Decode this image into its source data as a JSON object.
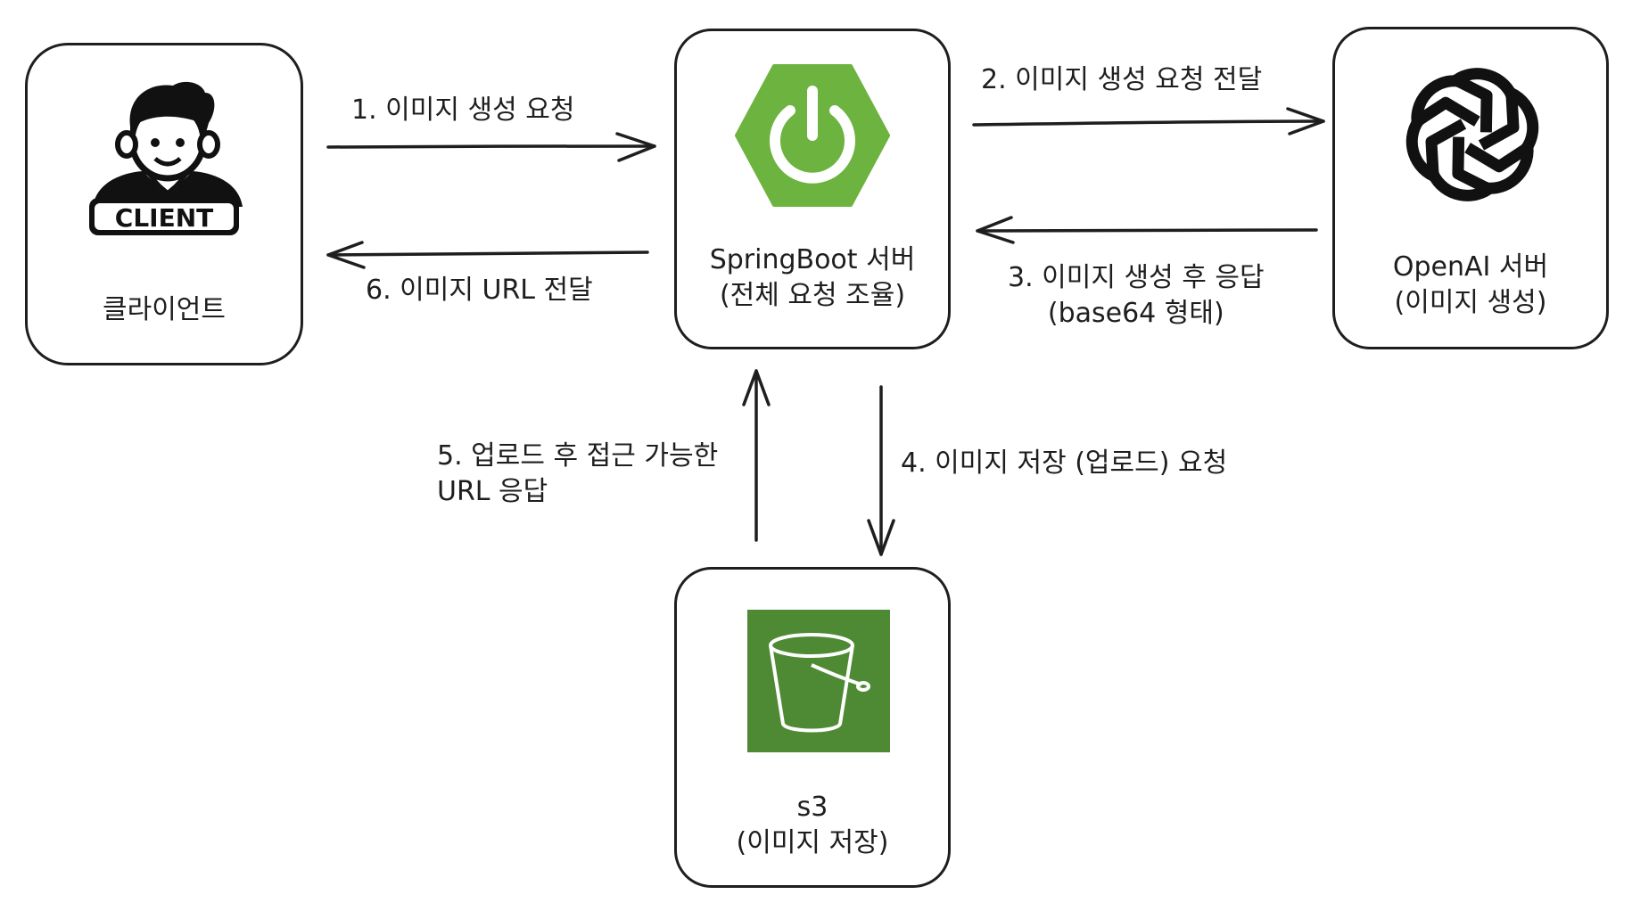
{
  "nodes": {
    "client": {
      "icon_text": "CLIENT",
      "label": "클라이언트",
      "icon": "client-person-icon"
    },
    "spring": {
      "label": "SpringBoot 서버\n(전체 요청 조율)",
      "icon": "spring-boot-power-icon",
      "color": "#6DB33F"
    },
    "openai": {
      "label": "OpenAI 서버\n(이미지 생성)",
      "icon": "openai-logo-icon"
    },
    "s3": {
      "label": "s3\n(이미지 저장)",
      "icon": "s3-bucket-icon",
      "color": "#4E8A34"
    }
  },
  "edges": [
    {
      "id": "e1",
      "label": "1. 이미지 생성 요청"
    },
    {
      "id": "e2",
      "label": "2. 이미지 생성 요청 전달"
    },
    {
      "id": "e3",
      "label": "3. 이미지 생성 후 응답\n(base64 형태)"
    },
    {
      "id": "e4",
      "label": "4. 이미지 저장 (업로드) 요청"
    },
    {
      "id": "e5",
      "label": "5. 업로드 후 접근 가능한\n    URL 응답"
    },
    {
      "id": "e6",
      "label": "6. 이미지 URL 전달"
    }
  ]
}
